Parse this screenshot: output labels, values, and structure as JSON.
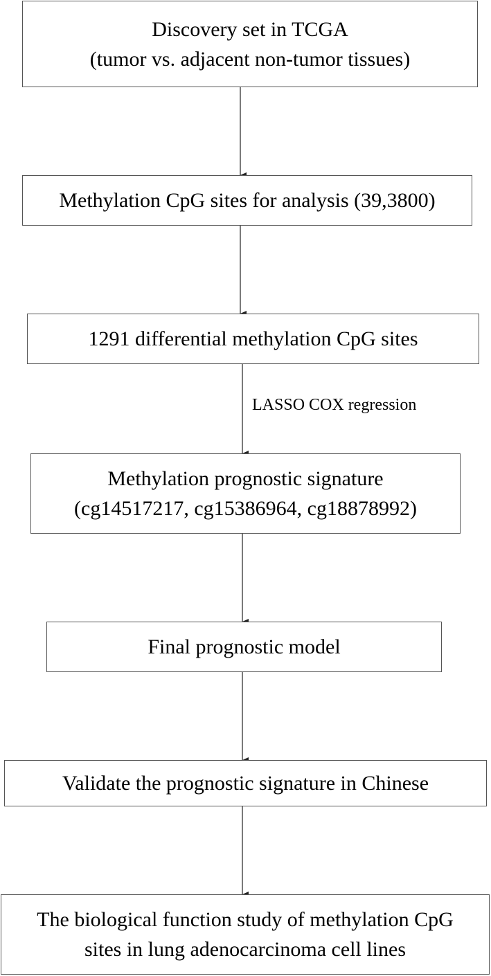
{
  "flowchart": {
    "steps": [
      {
        "line1": "Discovery set in TCGA",
        "line2": "(tumor vs. adjacent non-tumor tissues)"
      },
      {
        "line1": "Methylation CpG sites for analysis (39,3800)"
      },
      {
        "line1": "1291 differential methylation CpG sites"
      },
      {
        "line1": "Methylation prognostic signature",
        "line2": "(cg14517217, cg15386964, cg18878992)"
      },
      {
        "line1": "Final prognostic model"
      },
      {
        "line1": "Validate the prognostic signature in Chinese"
      },
      {
        "line1": "The biological function study of methylation CpG",
        "line2": "sites in lung adenocarcinoma cell lines"
      }
    ],
    "edge_labels": {
      "step3_to_step4": "LASSO COX regression"
    }
  }
}
